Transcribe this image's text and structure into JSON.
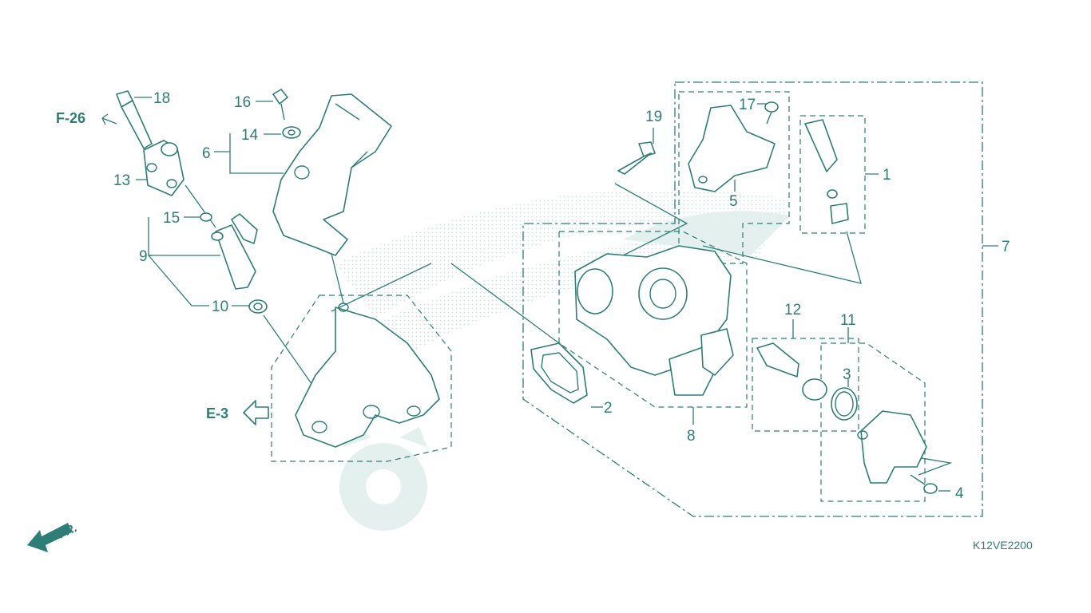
{
  "diagram_code": "K12VE2200",
  "references": {
    "f26": "F-26",
    "e3": "E-3",
    "front": "FR."
  },
  "callouts": [
    {
      "id": "1",
      "label": "1"
    },
    {
      "id": "2",
      "label": "2"
    },
    {
      "id": "3",
      "label": "3"
    },
    {
      "id": "4",
      "label": "4"
    },
    {
      "id": "5",
      "label": "5"
    },
    {
      "id": "6",
      "label": "6"
    },
    {
      "id": "7",
      "label": "7"
    },
    {
      "id": "8",
      "label": "8"
    },
    {
      "id": "9",
      "label": "9"
    },
    {
      "id": "10",
      "label": "10"
    },
    {
      "id": "11",
      "label": "11"
    },
    {
      "id": "12",
      "label": "12"
    },
    {
      "id": "13",
      "label": "13"
    },
    {
      "id": "14",
      "label": "14"
    },
    {
      "id": "15",
      "label": "15"
    },
    {
      "id": "16",
      "label": "16"
    },
    {
      "id": "17",
      "label": "17"
    },
    {
      "id": "18",
      "label": "18"
    },
    {
      "id": "19",
      "label": "19"
    }
  ],
  "colors": {
    "line": "#2e7d77",
    "watermark": "#dcebe8",
    "background": "#ffffff"
  },
  "icons": [
    "front-arrow-icon",
    "reference-arrow-icon",
    "honda-wing-watermark"
  ]
}
